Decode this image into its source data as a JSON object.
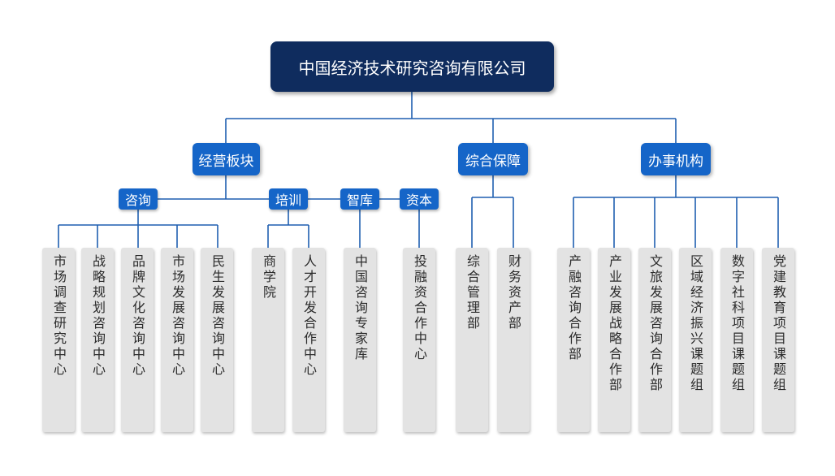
{
  "root": {
    "label": "中国经济技术研究咨询有限公司"
  },
  "sections": {
    "business": "经营板块",
    "support": "综合保障",
    "office": "办事机构"
  },
  "groups": {
    "consult": "咨询",
    "training": "培训",
    "think_tank": "智库",
    "capital": "资本"
  },
  "leaves": {
    "consult": [
      "市场调查研究中心",
      "战略规划咨询中心",
      "品牌文化咨询中心",
      "市场发展咨询中心",
      "民生发展咨询中心"
    ],
    "training": [
      "商学院",
      "人才开发合作中心"
    ],
    "think_tank": [
      "中国咨询专家库"
    ],
    "capital": [
      "投融资合作中心"
    ],
    "support": [
      "综合管理部",
      "财务资产部"
    ],
    "office": [
      "产融咨询合作部",
      "产业发展战略合作部",
      "文旅发展咨询合作部",
      "区域经济振兴课题组",
      "数字社科项目课题组",
      "党建教育项目课题组"
    ]
  },
  "colors": {
    "root": "#0f2c5e",
    "node": "#1565c8",
    "leaf": "#e3e3e3",
    "line": "#1f5fb0"
  }
}
